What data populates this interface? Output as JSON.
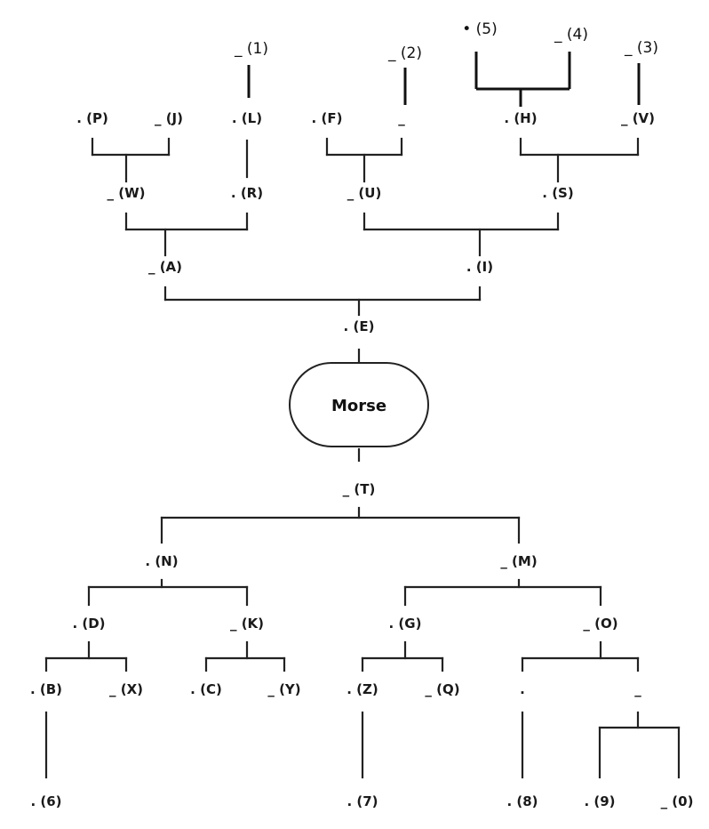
{
  "title": "Morse",
  "root": {
    "label": "Morse"
  },
  "nodes": [
    {
      "id": "E",
      "label": ". (E)"
    },
    {
      "id": "A",
      "label": "_ (A)"
    },
    {
      "id": "I",
      "label": ". (I)"
    },
    {
      "id": "W",
      "label": "_ (W)"
    },
    {
      "id": "R",
      "label": ". (R)"
    },
    {
      "id": "U",
      "label": "_ (U)"
    },
    {
      "id": "S",
      "label": ". (S)"
    },
    {
      "id": "P",
      "label": ". (P)"
    },
    {
      "id": "J",
      "label": "_ (J)"
    },
    {
      "id": "L",
      "label": ". (L)"
    },
    {
      "id": "F",
      "label": ". (F)"
    },
    {
      "id": "U_dash",
      "label": "_"
    },
    {
      "id": "H",
      "label": ". (H)"
    },
    {
      "id": "V",
      "label": "_ (V)"
    },
    {
      "id": "1",
      "label": "_ (1)"
    },
    {
      "id": "2",
      "label": "_ (2)"
    },
    {
      "id": "5",
      "label": "• (5)"
    },
    {
      "id": "4",
      "label": "_ (4)"
    },
    {
      "id": "3",
      "label": "_ (3)"
    },
    {
      "id": "T",
      "label": "_ (T)"
    },
    {
      "id": "N",
      "label": ". (N)"
    },
    {
      "id": "M",
      "label": "_ (M)"
    },
    {
      "id": "D",
      "label": ". (D)"
    },
    {
      "id": "K",
      "label": "_ (K)"
    },
    {
      "id": "G",
      "label": ". (G)"
    },
    {
      "id": "O",
      "label": "_ (O)"
    },
    {
      "id": "B",
      "label": ". (B)"
    },
    {
      "id": "X",
      "label": "_ (X)"
    },
    {
      "id": "C",
      "label": ". (C)"
    },
    {
      "id": "Y",
      "label": "_ (Y)"
    },
    {
      "id": "Z",
      "label": ". (Z)"
    },
    {
      "id": "Q",
      "label": "_ (Q)"
    },
    {
      "id": "O_dot",
      "label": "."
    },
    {
      "id": "O_dash",
      "label": "_"
    },
    {
      "id": "6",
      "label": ". (6)"
    },
    {
      "id": "7",
      "label": ". (7)"
    },
    {
      "id": "8",
      "label": ". (8)"
    },
    {
      "id": "9",
      "label": ". (9)"
    },
    {
      "id": "0",
      "label": "_ (0)"
    }
  ],
  "edges": [
    [
      "root",
      "E"
    ],
    [
      "root",
      "T"
    ],
    [
      "E",
      "A"
    ],
    [
      "E",
      "I"
    ],
    [
      "A",
      "W"
    ],
    [
      "A",
      "R"
    ],
    [
      "I",
      "U"
    ],
    [
      "I",
      "S"
    ],
    [
      "W",
      "P"
    ],
    [
      "W",
      "J"
    ],
    [
      "R",
      "L"
    ],
    [
      "U",
      "F"
    ],
    [
      "U",
      "U_dash"
    ],
    [
      "S",
      "H"
    ],
    [
      "S",
      "V"
    ],
    [
      "L",
      "1"
    ],
    [
      "U_dash",
      "2"
    ],
    [
      "H",
      "5"
    ],
    [
      "H",
      "4"
    ],
    [
      "V",
      "3"
    ],
    [
      "T",
      "N"
    ],
    [
      "T",
      "M"
    ],
    [
      "N",
      "D"
    ],
    [
      "N",
      "K"
    ],
    [
      "M",
      "G"
    ],
    [
      "M",
      "O"
    ],
    [
      "D",
      "B"
    ],
    [
      "D",
      "X"
    ],
    [
      "K",
      "C"
    ],
    [
      "K",
      "Y"
    ],
    [
      "G",
      "Z"
    ],
    [
      "G",
      "Q"
    ],
    [
      "O",
      "O_dot"
    ],
    [
      "O",
      "O_dash"
    ],
    [
      "B",
      "6"
    ],
    [
      "Z",
      "7"
    ],
    [
      "O_dot",
      "8"
    ],
    [
      "O_dash",
      "9"
    ],
    [
      "O_dash",
      "0"
    ]
  ]
}
